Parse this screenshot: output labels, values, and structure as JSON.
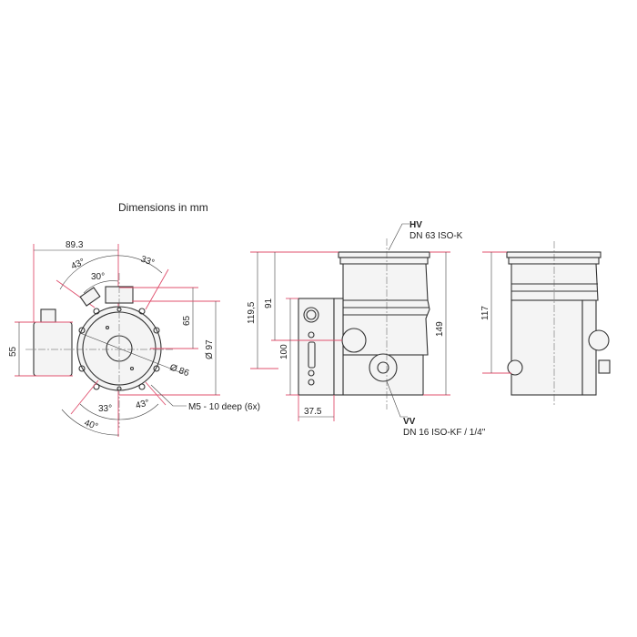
{
  "title": "Dimensions in mm",
  "front_view": {
    "width_total": "89.3",
    "angle_top_left": "43°",
    "angle_top_right": "33°",
    "angle_inner": "30°",
    "height_65": "65",
    "height_55": "55",
    "diameter_97": "Ø 97",
    "diameter_86": "Ø 86",
    "angle_bottom_left": "33°",
    "angle_bottom_right": "43°",
    "angle_bottom_outer": "40°",
    "thread_note": "M5 - 10 deep (6x)"
  },
  "side_view": {
    "h_119_5": "119,5",
    "h_91": "91",
    "h_100": "100",
    "h_149": "149",
    "w_37_5": "37.5",
    "hv_label": "HV",
    "hv_spec": "DN 63 ISO-K",
    "vv_label": "VV",
    "vv_spec": "DN 16 ISO-KF / 1/4\""
  },
  "rear_view": {
    "h_117": "117"
  },
  "colors": {
    "dimension_accent": "#e0506e",
    "outline": "#333333"
  }
}
